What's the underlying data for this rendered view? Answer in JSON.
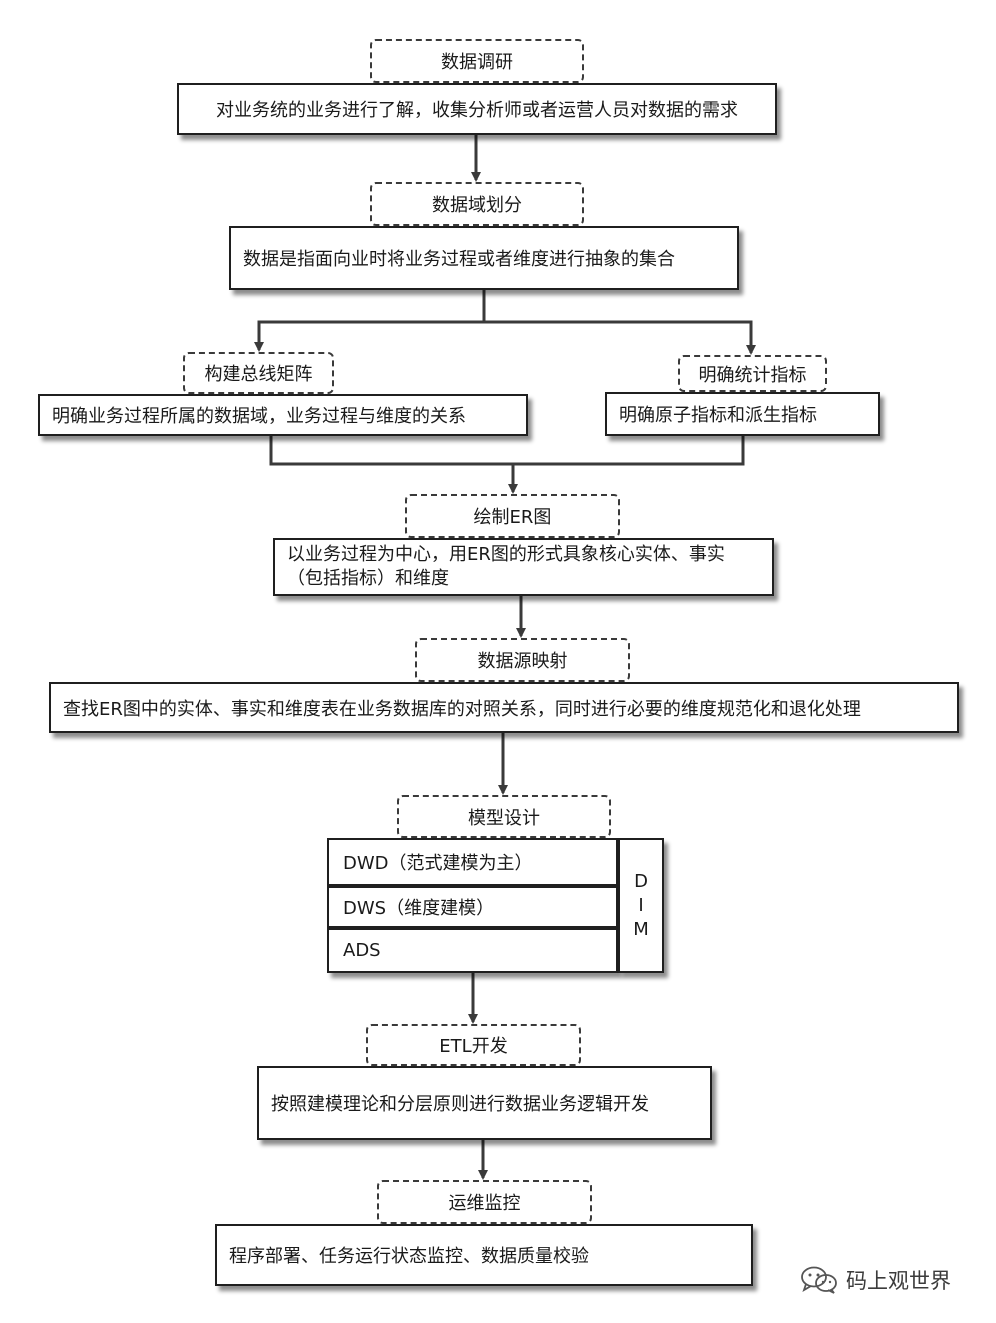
{
  "steps": {
    "research": {
      "title": "数据调研",
      "desc": "对业务统的业务进行了解，收集分析师或者运营人员对数据的需求"
    },
    "domain": {
      "title": "数据域划分",
      "desc": "数据是指面向业时将业务过程或者维度进行抽象的集合"
    },
    "bus": {
      "title": "构建总线矩阵",
      "desc": "明确业务过程所属的数据域，业务过程与维度的关系"
    },
    "metrics": {
      "title": "明确统计指标",
      "desc": "明确原子指标和派生指标"
    },
    "er": {
      "title": "绘制ER图",
      "desc": "以业务过程为中心，用ER图的形式具象核心实体、事实（包括指标）和维度"
    },
    "mapping": {
      "title": "数据源映射",
      "desc": "查找ER图中的实体、事实和维度表在业务数据库的对照关系，同时进行必要的维度规范化和退化处理"
    },
    "model": {
      "title": "模型设计",
      "layers": [
        "DWD（范式建模为主）",
        "DWS（维度建模）",
        "ADS"
      ],
      "dim_letters": [
        "D",
        "I",
        "M"
      ]
    },
    "etl": {
      "title": "ETL开发",
      "desc": "按照建模理论和分层原则进行数据业务逻辑开发"
    },
    "ops": {
      "title": "运维监控",
      "desc": "程序部署、任务运行状态监控、数据质量校验"
    }
  },
  "watermark": {
    "text": "码上观世界",
    "icon": "wechat-icon"
  },
  "colors": {
    "line": "#3a3a3a",
    "border": "#1f1f1f",
    "background": "#ffffff"
  }
}
